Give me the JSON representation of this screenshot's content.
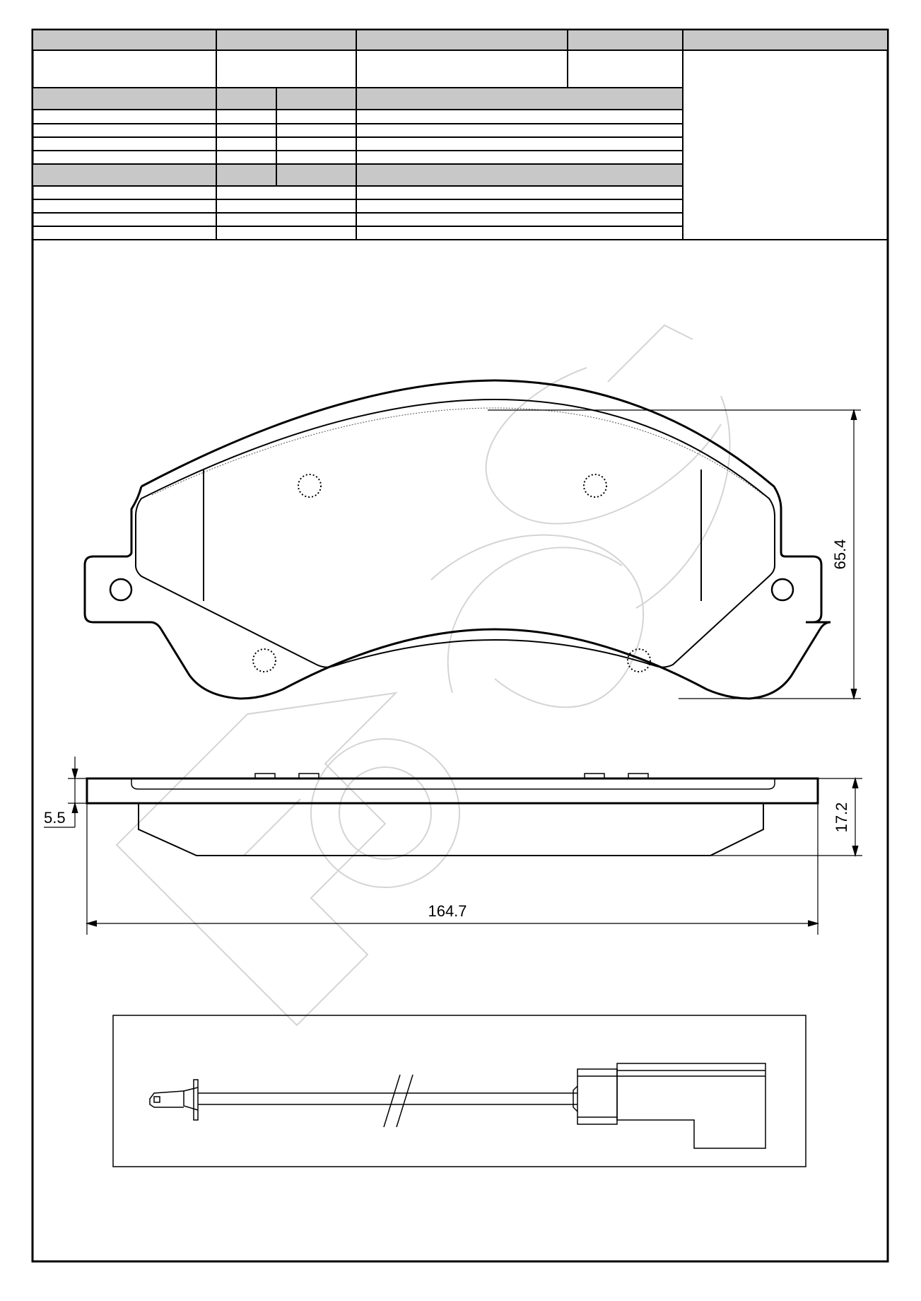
{
  "dimensions": {
    "height": "65.4",
    "width": "164.7",
    "thickness": "17.2",
    "backplate": "5.5"
  },
  "colors": {
    "line": "#000000",
    "header_fill": "#c8c8c8",
    "watermark": "#d4d4d4"
  }
}
